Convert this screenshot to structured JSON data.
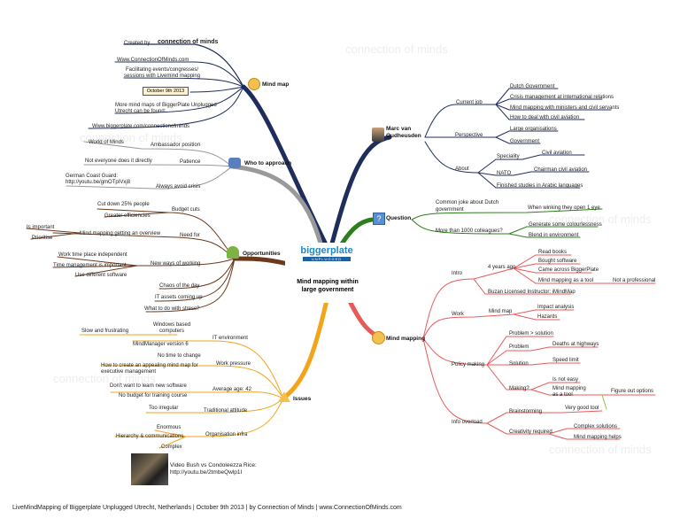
{
  "center": {
    "title_line1": "Mind mapping within",
    "title_line2": "large government",
    "logo_text": "biggerplate",
    "logo_sub": "UNPLUGGED"
  },
  "footer": "LiveMindMapping of Biggerplate Unplugged Utrecht, Netherlands | October 9th 2013 | by Connection of Minds | www.ConnectionOfMinds.com",
  "watermark": "connection of minds",
  "colors": {
    "mindmap": "#1f2d5c",
    "approach": "#9a9a9a",
    "opportunities": "#6b3a1c",
    "issues": "#f2a51a",
    "person": "#1f2d5c",
    "question": "#2e7d1f",
    "mindmapping": "#e85a5a"
  },
  "mind_map": {
    "label": "Mind map",
    "created_by": "Created by",
    "brand": "connection of minds",
    "site": "Www.ConnectionOfMinds.com",
    "facilitating": [
      "Facilitating events/congresses/",
      "sessions with Livemind mapping"
    ],
    "date": "October 9th 2013",
    "more": [
      "More mind maps of BiggerPlate Unplugged",
      "Utrecht can be found:"
    ],
    "link": "Www.biggerplate.com/connectionofminds"
  },
  "who": {
    "label": "Who to approach",
    "items": [
      {
        "text": "Ambassador position",
        "sub": "World of Minds"
      },
      {
        "text": "Patience",
        "sub": "Not everyone does it directly"
      },
      {
        "text": "Always avoid crisis",
        "sub": "German Coast Guard: http://youtu.be/gmOTpIVxj8"
      }
    ]
  },
  "opportunities": {
    "label": "Opportunities",
    "budget": {
      "text": "Budget cuts",
      "subs": [
        "Cut down 25% people",
        "Greater efficiencies"
      ]
    },
    "need": {
      "text": "Need for",
      "sub": "Mind mapping getting an overview",
      "subs2": [
        "Is important",
        "Prioritise"
      ]
    },
    "new_ways": {
      "text": "New ways of working",
      "subs": [
        "Work time place independent",
        "Time management is important",
        "Use different software"
      ]
    },
    "chaos": "Chaos of the day",
    "it_assets": "IT assets coming up",
    "stress": "What to do with stress?"
  },
  "issues": {
    "label": "Issues",
    "it_env": {
      "text": "IT environment",
      "subs": [
        "Windows based computers",
        "MindManager version 6"
      ],
      "slow": "Slow and frustrating"
    },
    "work_pressure": {
      "text": "Work pressure",
      "subs": [
        "No time to change",
        "How to create an appealing mind map for executive management"
      ]
    },
    "age": {
      "text": "Average age: 42",
      "subs": [
        "Don't want to learn new software",
        "No budget for training course"
      ]
    },
    "attitude": {
      "text": "Traditional attitude",
      "sub": "Too irregular"
    },
    "org": {
      "text": "Organisation infra",
      "subs": [
        "Enormous",
        "Hierarchy & communications",
        "Complex"
      ]
    },
    "video": [
      "Video Bush vs Condoleezza Rice:",
      "http://youtu.be/2tmbeQwlp1I"
    ]
  },
  "person": {
    "name": [
      "Marc van",
      "Oudheusden"
    ],
    "current_job": "Current job",
    "job_items": [
      "Dutch Government",
      "Crisis management at international relations",
      "Mind mapping with ministers and civil servants",
      "How to deal with civil aviation"
    ],
    "perspective": "Perspective",
    "perspective_items": [
      "Large organisations",
      "Government"
    ],
    "about": "About",
    "speciality": "Speciality",
    "civil_aviation": "Civil aviation",
    "nato": "NATO",
    "chairman": "Chairman civil aviation",
    "studies": "Finished studies in Arabic languages"
  },
  "question": {
    "label": "Question",
    "joke": [
      "Common joke about Dutch",
      "government"
    ],
    "joke_answer": "When winking they open 1 eye",
    "colleagues": "More than 1000 colleagues?",
    "colleague_items": [
      "Generate some colourlessness",
      "Blend in environment"
    ]
  },
  "mindmapping": {
    "label": "Mind mapping",
    "intro": "Intro",
    "years": "4 years ago",
    "intro_items": [
      "Read books",
      "Bought software",
      "Came across BiggerPlate",
      "Mind mapping as a tool"
    ],
    "not_prof": "Not a professional",
    "buzan": "Buzan Licensed Instructor: iMindMap",
    "work": "Work",
    "mind_map": "Mind map",
    "work_items": [
      "Impact analysis",
      "Hazards"
    ],
    "policy": "Policy making",
    "problem_solution": "Problem > solution",
    "problem": "Problem",
    "deaths": "Deaths at highways",
    "solution": "Solution",
    "speed": "Speed limit",
    "making": "Making?",
    "not_easy": "Is not easy",
    "mm_tool": [
      "Mind mapping",
      "as a tool"
    ],
    "figure_options": "Figure out options",
    "overload": "Info overload",
    "brainstorming": "Brainstorming",
    "very_good": "Very good tool",
    "creativity": "Creativity required",
    "overload_items": [
      "Complex solutions",
      "Mind mapping helps"
    ]
  }
}
